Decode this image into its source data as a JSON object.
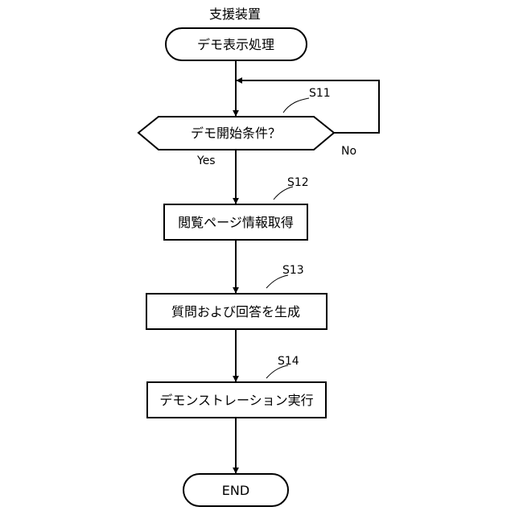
{
  "diagram": {
    "title": "支援装置",
    "start": "デモ表示処理",
    "decision": "デモ開始条件？",
    "yes_label": "Yes",
    "no_label": "No",
    "steps": [
      {
        "id": "S11",
        "text": ""
      },
      {
        "id": "S12",
        "text": "閲覧ページ情報取得"
      },
      {
        "id": "S13",
        "text": "質問および回答を生成"
      },
      {
        "id": "S14",
        "text": "デモンストレーション実行"
      }
    ],
    "end": "END"
  }
}
